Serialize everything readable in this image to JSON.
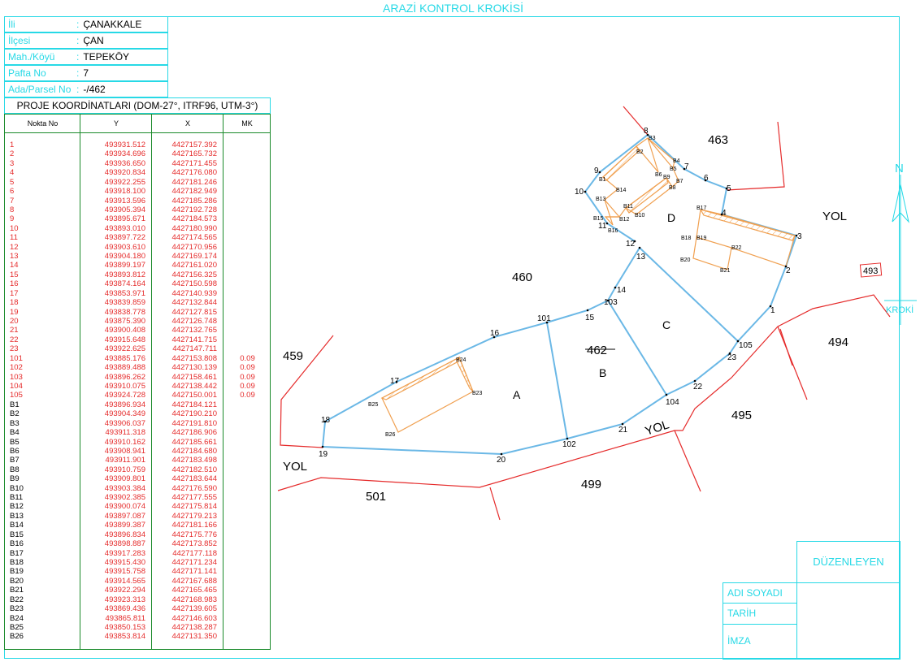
{
  "title": "ARAZİ KONTROL KROKİSİ",
  "info": [
    {
      "label": "İli",
      "value": "ÇANAKKALE"
    },
    {
      "label": "İlçesi",
      "value": "ÇAN"
    },
    {
      "label": "Mah./Köyü",
      "value": "TEPEKÖY"
    },
    {
      "label": "Pafta No",
      "value": "7"
    },
    {
      "label": "Ada/Parsel No",
      "value": "-/462"
    }
  ],
  "colon": ":",
  "coord_title": "PROJE KOORDİNATLARI (DOM-27°, ITRF96, UTM-3°)",
  "table": {
    "headers": [
      "Nokta   No",
      "Y",
      "X",
      "MK"
    ],
    "rows": [
      [
        "1",
        "493931.512",
        "4427157.392",
        ""
      ],
      [
        "2",
        "493934.696",
        "4427165.732",
        ""
      ],
      [
        "3",
        "493936.650",
        "4427171.455",
        ""
      ],
      [
        "4",
        "493920.834",
        "4427176.080",
        ""
      ],
      [
        "5",
        "493922.255",
        "4427181.246",
        ""
      ],
      [
        "6",
        "493918.100",
        "4427182.949",
        ""
      ],
      [
        "7",
        "493913.596",
        "4427185.286",
        ""
      ],
      [
        "8",
        "493905.394",
        "4427192.728",
        ""
      ],
      [
        "9",
        "493895.671",
        "4427184.573",
        ""
      ],
      [
        "10",
        "493893.010",
        "4427180.990",
        ""
      ],
      [
        "11",
        "493897.722",
        "4427174.565",
        ""
      ],
      [
        "12",
        "493903.610",
        "4427170.956",
        ""
      ],
      [
        "13",
        "493904.180",
        "4427169.174",
        ""
      ],
      [
        "14",
        "493899.197",
        "4427161.020",
        ""
      ],
      [
        "15",
        "493893.812",
        "4427156.325",
        ""
      ],
      [
        "16",
        "493874.164",
        "4427150.598",
        ""
      ],
      [
        "17",
        "493853.971",
        "4427140.939",
        ""
      ],
      [
        "18",
        "493839.859",
        "4427132.844",
        ""
      ],
      [
        "19",
        "493838.778",
        "4427127.815",
        ""
      ],
      [
        "20",
        "493875.390",
        "4427126.748",
        ""
      ],
      [
        "21",
        "493900.408",
        "4427132.765",
        ""
      ],
      [
        "22",
        "493915.648",
        "4427141.715",
        ""
      ],
      [
        "23",
        "493922.625",
        "4427147.711",
        ""
      ],
      [
        "101",
        "493885.176",
        "4427153.808",
        "0.09"
      ],
      [
        "102",
        "493889.488",
        "4427130.139",
        "0.09"
      ],
      [
        "103",
        "493896.262",
        "4427158.461",
        "0.09"
      ],
      [
        "104",
        "493910.075",
        "4427138.442",
        "0.09"
      ],
      [
        "105",
        "493924.728",
        "4427150.001",
        "0.09"
      ],
      [
        "B1",
        "493896.934",
        "4427184.121",
        ""
      ],
      [
        "B2",
        "493904.349",
        "4427190.210",
        ""
      ],
      [
        "B3",
        "493906.037",
        "4427191.810",
        ""
      ],
      [
        "B4",
        "493911.318",
        "4427186.906",
        ""
      ],
      [
        "B5",
        "493910.162",
        "4427185.661",
        ""
      ],
      [
        "B6",
        "493908.941",
        "4427184.680",
        ""
      ],
      [
        "B7",
        "493911.901",
        "4427183.498",
        ""
      ],
      [
        "B8",
        "493910.759",
        "4427182.510",
        ""
      ],
      [
        "B9",
        "493909.801",
        "4427183.644",
        ""
      ],
      [
        "B10",
        "493903.384",
        "4427176.590",
        ""
      ],
      [
        "B11",
        "493902.385",
        "4427177.555",
        ""
      ],
      [
        "B12",
        "493900.074",
        "4427175.814",
        ""
      ],
      [
        "B13",
        "493897.087",
        "4427179.213",
        ""
      ],
      [
        "B14",
        "493899.387",
        "4427181.166",
        ""
      ],
      [
        "B15",
        "493896.834",
        "4427175.776",
        ""
      ],
      [
        "B16",
        "493898.887",
        "4427173.852",
        ""
      ],
      [
        "B17",
        "493917.283",
        "4427177.118",
        ""
      ],
      [
        "B18",
        "493915.430",
        "4427171.234",
        ""
      ],
      [
        "B19",
        "493915.758",
        "4427171.141",
        ""
      ],
      [
        "B20",
        "493914.565",
        "4427167.688",
        ""
      ],
      [
        "B21",
        "493922.294",
        "4427165.465",
        ""
      ],
      [
        "B22",
        "493923.313",
        "4427168.983",
        ""
      ],
      [
        "B23",
        "493869.436",
        "4427139.605",
        ""
      ],
      [
        "B24",
        "493865.811",
        "4427146.603",
        ""
      ],
      [
        "B25",
        "493850.153",
        "4427138.287",
        ""
      ],
      [
        "B26",
        "493853.814",
        "4427131.350",
        ""
      ]
    ]
  },
  "map": {
    "points": {
      "p1": "1",
      "p2": "2",
      "p3": "3",
      "p4": "4",
      "p5": "5",
      "p6": "6",
      "p7": "7",
      "p8": "8",
      "p9": "9",
      "p10": "10",
      "p11": "11",
      "p12": "12",
      "p13": "13",
      "p14": "14",
      "p15": "15",
      "p16": "16",
      "p17": "17",
      "p18": "18",
      "p19": "19",
      "p20": "20",
      "p21": "21",
      "p22": "22",
      "p23": "23",
      "p101": "101",
      "p102": "102",
      "p103": "103",
      "p104": "104",
      "p105": "105"
    },
    "buildings": {
      "B1": "B1",
      "B2": "B2",
      "B3": "B3",
      "B4": "B4",
      "B5": "B5",
      "B6": "B6",
      "B7": "B7",
      "B8": "B8",
      "B9": "B9",
      "B10": "B10",
      "B11": "B11",
      "B12": "B12",
      "B13": "B13",
      "B14": "B14",
      "B15": "B15",
      "B16": "B16",
      "B17": "B17",
      "B18": "B18",
      "B19": "B19",
      "B20": "B20",
      "B21": "B21",
      "B22": "B22",
      "B23": "B23",
      "B24": "B24",
      "B25": "B25",
      "B26": "B26"
    },
    "parcels": {
      "p463": "463",
      "p460": "460",
      "p459": "459",
      "p494": "494",
      "p495": "495",
      "p499": "499",
      "p501": "501",
      "p493": "493",
      "p462": "462"
    },
    "sections": {
      "A": "A",
      "B": "B",
      "C": "C",
      "D": "D"
    },
    "roads": [
      "YOL",
      "YOL",
      "YOL"
    ],
    "north": "N",
    "kroki": "KROKİ"
  },
  "title_block": {
    "prepared_by": "DÜZENLEYEN",
    "name": "ADI SOYADI",
    "date": "TARİH",
    "signature": "İMZA"
  },
  "colors": {
    "frame": "#27d9e6",
    "parcel": "#6bb8e6",
    "neighbor": "#e52a2a",
    "building": "#f0a050",
    "table_border": "#1a8a2a"
  }
}
